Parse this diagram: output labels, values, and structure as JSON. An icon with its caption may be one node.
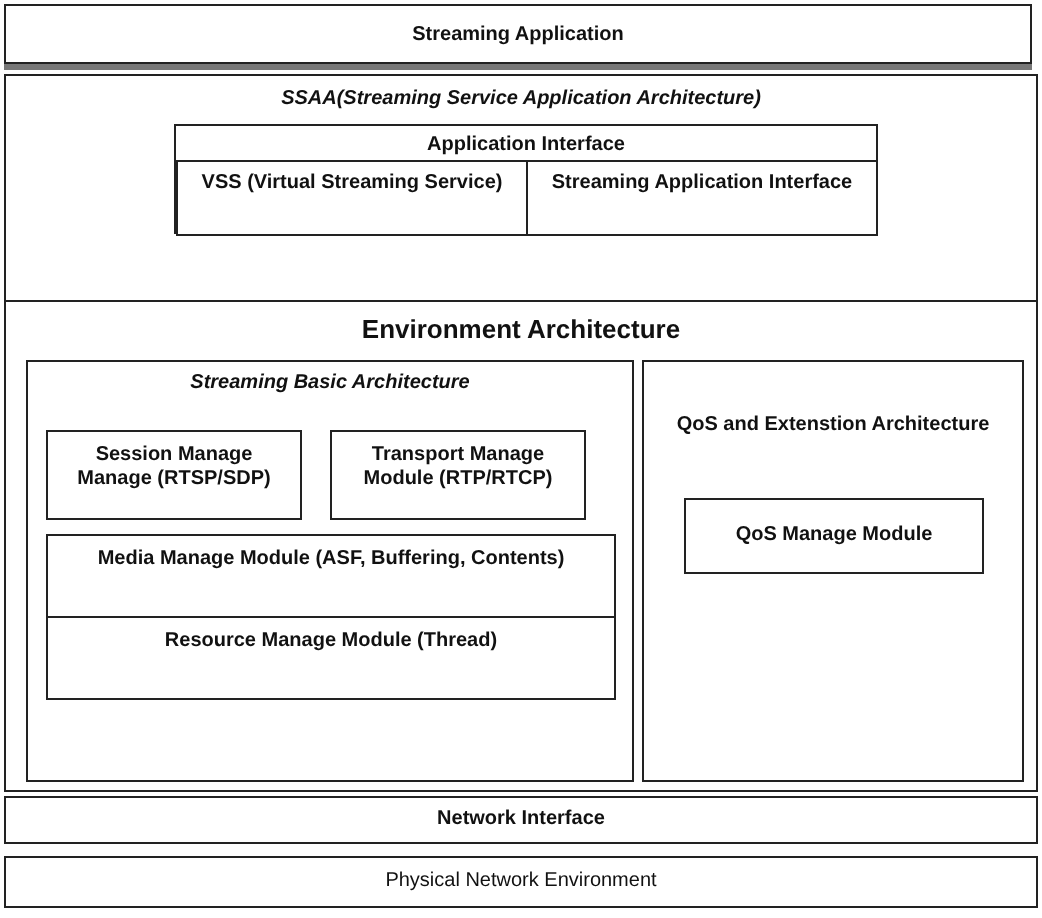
{
  "diagram": {
    "nodes": [
      {
        "text": [
          "Streaming Application"
        ]
      },
      {
        "text": [
          "SSAA(Streaming Service Application Architecture)"
        ]
      },
      {
        "text": [
          "Application Interface"
        ],
        "in": 1
      },
      {
        "text": [
          "VSS (Virtual Streaming Service)"
        ],
        "in": 2
      },
      {
        "text": [
          "Streaming Application Interface"
        ],
        "in": 2
      },
      {
        "text": [
          "Environment Architecture"
        ],
        "in": 1
      },
      {
        "text": [
          "Streaming Basic Architecture"
        ],
        "in": 5
      },
      {
        "text": [
          "Session Manage Manage (RTSP/SDP)"
        ],
        "in": 6
      },
      {
        "text": [
          "Transport Manage Module (RTP/RTCP)"
        ],
        "in": 6
      },
      {
        "text": [
          "Media Manage Module (ASF, Buffering, Contents)"
        ],
        "in": 6
      },
      {
        "text": [
          "Resource Manage Module (Thread)"
        ],
        "in": 6
      },
      {
        "text": [
          "QoS and Extenstion Architecture"
        ],
        "in": 5
      },
      {
        "text": [
          "QoS Manage Module"
        ],
        "in": 11
      },
      {
        "text": [
          "Network Interface"
        ]
      },
      {
        "text": [
          "Physical Network Environment"
        ]
      }
    ]
  }
}
